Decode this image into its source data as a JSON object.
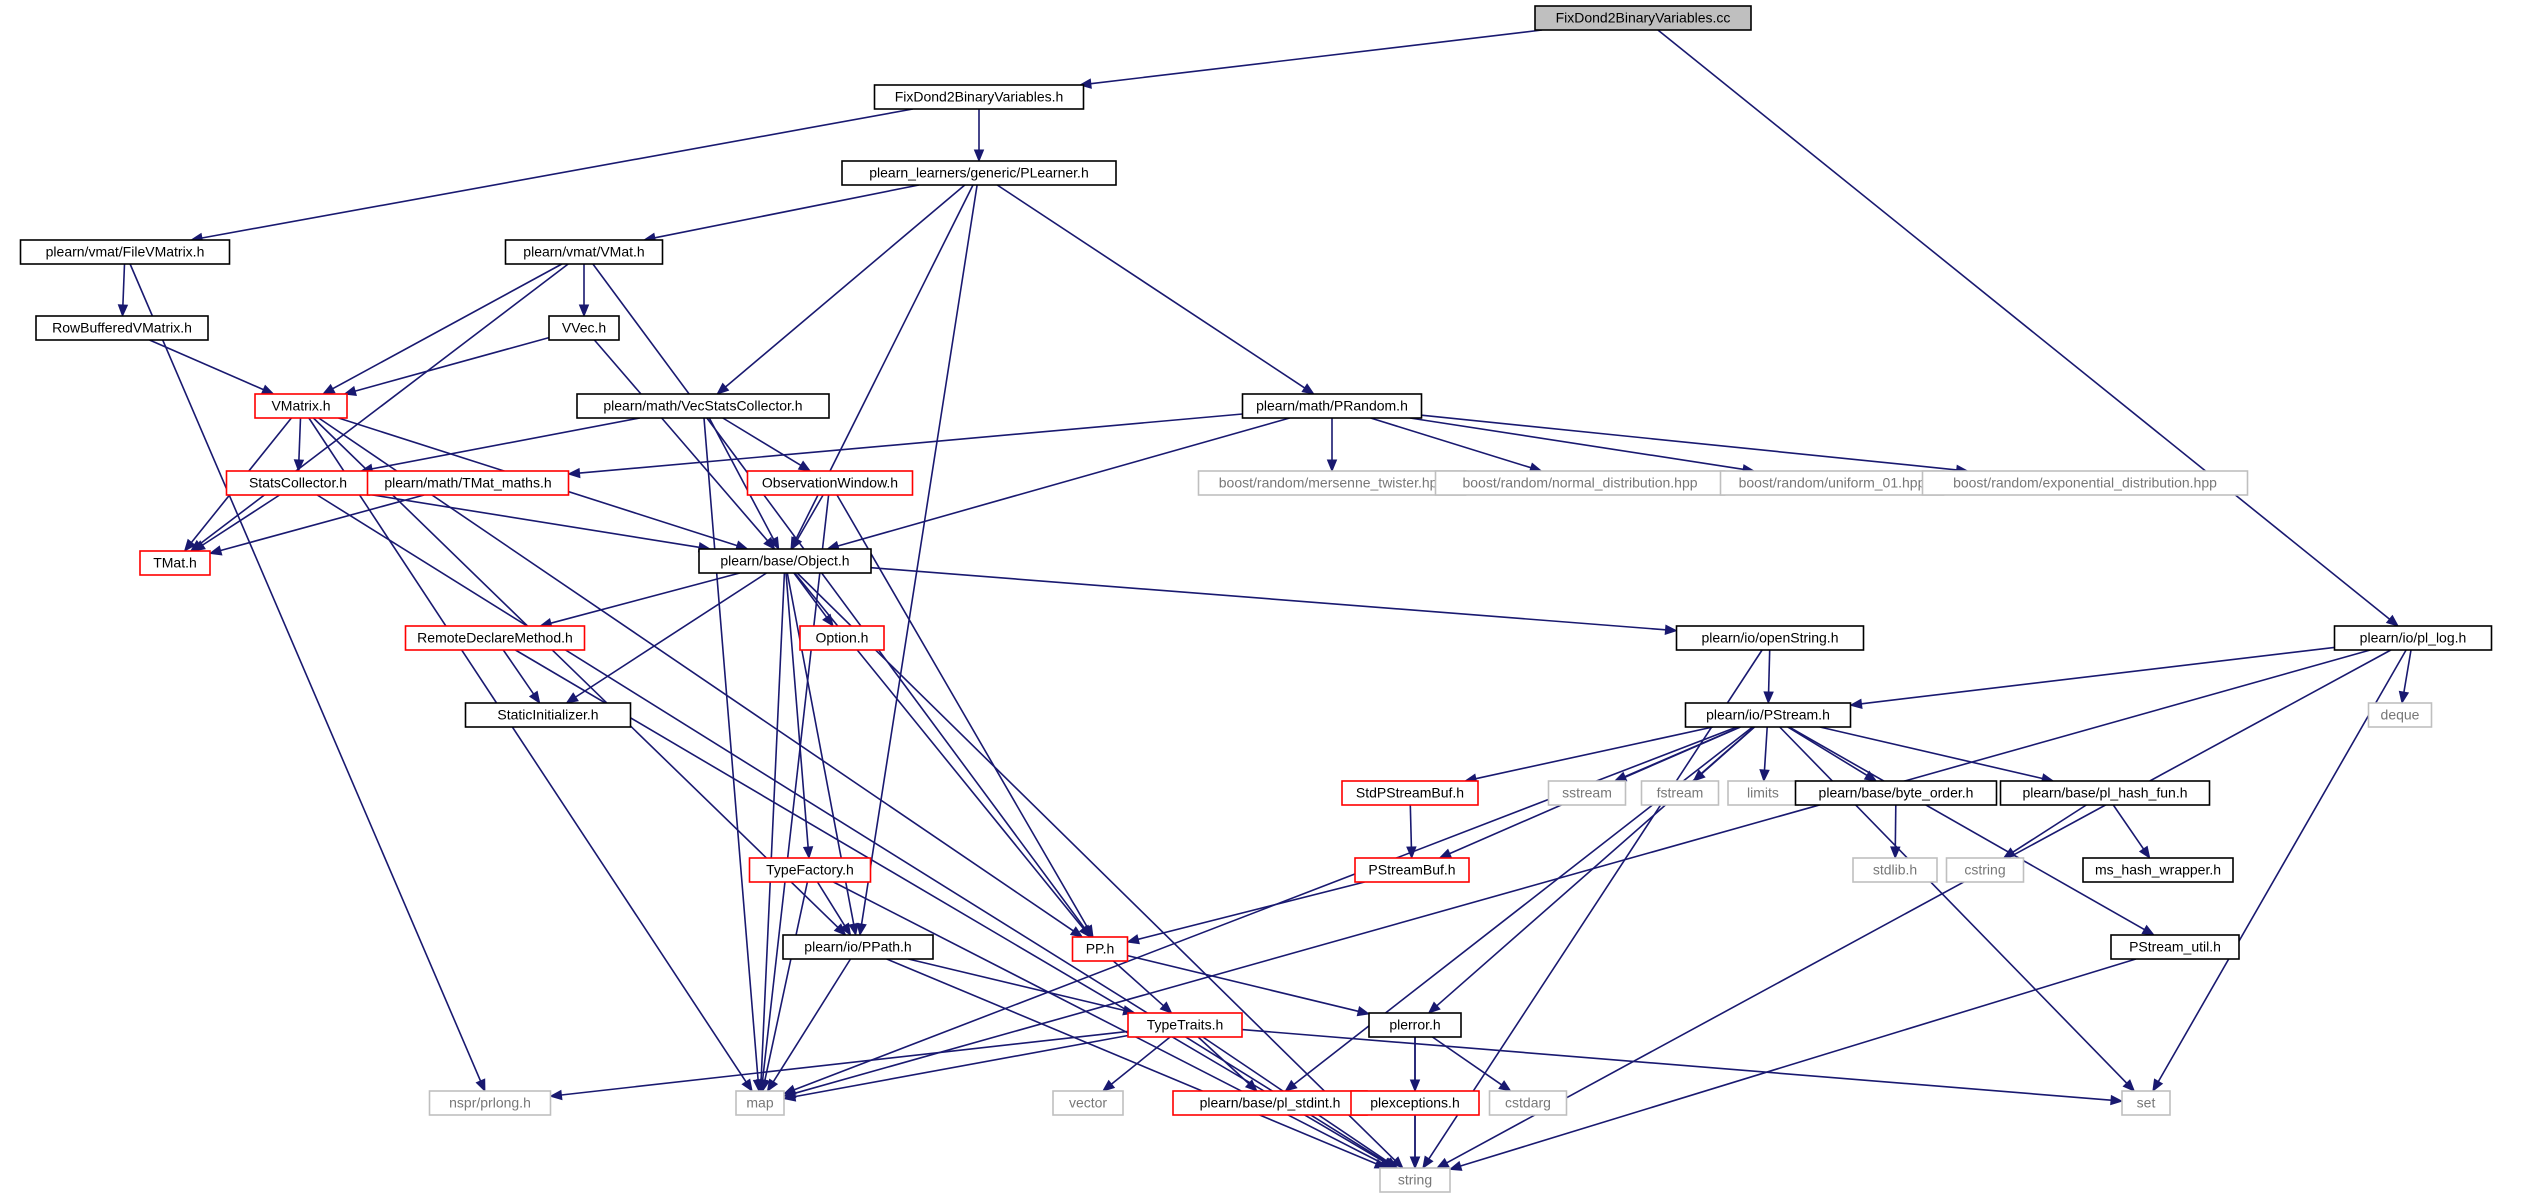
{
  "colors": {
    "edge": "#191970",
    "node_border_normal": "#000000",
    "node_border_truncated": "#ff0000",
    "node_border_system": "#bfbfbf",
    "root_fill": "#bfbfbf",
    "text_normal": "#000000",
    "text_system": "#777777"
  },
  "nodes": [
    {
      "id": "n0",
      "label": "FixDond2BinaryVariables.cc",
      "kind": "root"
    },
    {
      "id": "n1",
      "label": "FixDond2BinaryVariables.h",
      "kind": "normal"
    },
    {
      "id": "n2",
      "label": "plearn_learners/generic/PLearner.h",
      "kind": "normal"
    },
    {
      "id": "n3",
      "label": "plearn/vmat/FileVMatrix.h",
      "kind": "normal"
    },
    {
      "id": "n4",
      "label": "plearn/vmat/VMat.h",
      "kind": "normal"
    },
    {
      "id": "n5",
      "label": "RowBufferedVMatrix.h",
      "kind": "normal"
    },
    {
      "id": "n6",
      "label": "VVec.h",
      "kind": "normal"
    },
    {
      "id": "n7",
      "label": "VMatrix.h",
      "kind": "truncated"
    },
    {
      "id": "n8",
      "label": "plearn/math/VecStatsCollector.h",
      "kind": "normal"
    },
    {
      "id": "n9",
      "label": "plearn/math/PRandom.h",
      "kind": "normal"
    },
    {
      "id": "n10",
      "label": "StatsCollector.h",
      "kind": "truncated"
    },
    {
      "id": "n11",
      "label": "plearn/math/TMat_maths.h",
      "kind": "truncated"
    },
    {
      "id": "n12",
      "label": "ObservationWindow.h",
      "kind": "truncated"
    },
    {
      "id": "n13",
      "label": "boost/random/mersenne_twister.hpp",
      "kind": "system"
    },
    {
      "id": "n14",
      "label": "boost/random/normal_distribution.hpp",
      "kind": "system"
    },
    {
      "id": "n15",
      "label": "boost/random/uniform_01.hpp",
      "kind": "system"
    },
    {
      "id": "n16",
      "label": "boost/random/exponential_distribution.hpp",
      "kind": "system"
    },
    {
      "id": "n17",
      "label": "TMat.h",
      "kind": "truncated"
    },
    {
      "id": "n18",
      "label": "plearn/base/Object.h",
      "kind": "normal"
    },
    {
      "id": "n19",
      "label": "RemoteDeclareMethod.h",
      "kind": "truncated"
    },
    {
      "id": "n20",
      "label": "Option.h",
      "kind": "truncated"
    },
    {
      "id": "n21",
      "label": "plearn/io/openString.h",
      "kind": "normal"
    },
    {
      "id": "n22",
      "label": "plearn/io/pl_log.h",
      "kind": "normal"
    },
    {
      "id": "n23",
      "label": "StaticInitializer.h",
      "kind": "normal"
    },
    {
      "id": "n24",
      "label": "plearn/io/PStream.h",
      "kind": "normal"
    },
    {
      "id": "n25",
      "label": "deque",
      "kind": "system"
    },
    {
      "id": "n26",
      "label": "StdPStreamBuf.h",
      "kind": "truncated"
    },
    {
      "id": "n27",
      "label": "sstream",
      "kind": "system"
    },
    {
      "id": "n28",
      "label": "fstream",
      "kind": "system"
    },
    {
      "id": "n29",
      "label": "limits",
      "kind": "system"
    },
    {
      "id": "n30",
      "label": "plearn/base/byte_order.h",
      "kind": "normal"
    },
    {
      "id": "n31",
      "label": "plearn/base/pl_hash_fun.h",
      "kind": "normal"
    },
    {
      "id": "n32",
      "label": "TypeFactory.h",
      "kind": "truncated"
    },
    {
      "id": "n33",
      "label": "PStreamBuf.h",
      "kind": "truncated"
    },
    {
      "id": "n34",
      "label": "stdlib.h",
      "kind": "system"
    },
    {
      "id": "n35",
      "label": "cstring",
      "kind": "system"
    },
    {
      "id": "n36",
      "label": "ms_hash_wrapper.h",
      "kind": "normal"
    },
    {
      "id": "n37",
      "label": "plearn/io/PPath.h",
      "kind": "normal"
    },
    {
      "id": "n38",
      "label": "PP.h",
      "kind": "truncated"
    },
    {
      "id": "n39",
      "label": "PStream_util.h",
      "kind": "normal"
    },
    {
      "id": "n40",
      "label": "TypeTraits.h",
      "kind": "truncated"
    },
    {
      "id": "n41",
      "label": "plerror.h",
      "kind": "normal"
    },
    {
      "id": "n42",
      "label": "nspr/prlong.h",
      "kind": "system"
    },
    {
      "id": "n43",
      "label": "map",
      "kind": "system"
    },
    {
      "id": "n44",
      "label": "vector",
      "kind": "system"
    },
    {
      "id": "n45",
      "label": "plearn/base/pl_stdint.h",
      "kind": "truncated"
    },
    {
      "id": "n46",
      "label": "plexceptions.h",
      "kind": "truncated"
    },
    {
      "id": "n47",
      "label": "cstdarg",
      "kind": "system"
    },
    {
      "id": "n48",
      "label": "set",
      "kind": "system"
    },
    {
      "id": "n49",
      "label": "string",
      "kind": "system"
    }
  ],
  "edges": [
    [
      "n0",
      "n1"
    ],
    [
      "n0",
      "n22"
    ],
    [
      "n1",
      "n3"
    ],
    [
      "n1",
      "n2"
    ],
    [
      "n2",
      "n4"
    ],
    [
      "n2",
      "n8"
    ],
    [
      "n2",
      "n18"
    ],
    [
      "n2",
      "n37"
    ],
    [
      "n2",
      "n9"
    ],
    [
      "n3",
      "n5"
    ],
    [
      "n3",
      "n42"
    ],
    [
      "n4",
      "n17"
    ],
    [
      "n4",
      "n7"
    ],
    [
      "n4",
      "n6"
    ],
    [
      "n4",
      "n38"
    ],
    [
      "n5",
      "n7"
    ],
    [
      "n6",
      "n7"
    ],
    [
      "n6",
      "n18"
    ],
    [
      "n7",
      "n10"
    ],
    [
      "n7",
      "n17"
    ],
    [
      "n7",
      "n18"
    ],
    [
      "n7",
      "n38"
    ],
    [
      "n7",
      "n43"
    ],
    [
      "n7",
      "n37"
    ],
    [
      "n8",
      "n10"
    ],
    [
      "n8",
      "n12"
    ],
    [
      "n8",
      "n18"
    ],
    [
      "n8",
      "n43"
    ],
    [
      "n9",
      "n11"
    ],
    [
      "n9",
      "n18"
    ],
    [
      "n9",
      "n13"
    ],
    [
      "n9",
      "n14"
    ],
    [
      "n9",
      "n15"
    ],
    [
      "n9",
      "n16"
    ],
    [
      "n10",
      "n17"
    ],
    [
      "n10",
      "n18"
    ],
    [
      "n10",
      "n49"
    ],
    [
      "n11",
      "n17"
    ],
    [
      "n12",
      "n18"
    ],
    [
      "n12",
      "n38"
    ],
    [
      "n12",
      "n43"
    ],
    [
      "n18",
      "n19"
    ],
    [
      "n18",
      "n23"
    ],
    [
      "n18",
      "n20"
    ],
    [
      "n18",
      "n32"
    ],
    [
      "n18",
      "n37"
    ],
    [
      "n18",
      "n43"
    ],
    [
      "n18",
      "n38"
    ],
    [
      "n18",
      "n21"
    ],
    [
      "n18",
      "n49"
    ],
    [
      "n19",
      "n23"
    ],
    [
      "n19",
      "n49"
    ],
    [
      "n21",
      "n24"
    ],
    [
      "n21",
      "n49"
    ],
    [
      "n22",
      "n24"
    ],
    [
      "n22",
      "n25"
    ],
    [
      "n22",
      "n43"
    ],
    [
      "n22",
      "n48"
    ],
    [
      "n22",
      "n49"
    ],
    [
      "n24",
      "n26"
    ],
    [
      "n24",
      "n27"
    ],
    [
      "n24",
      "n28"
    ],
    [
      "n24",
      "n29"
    ],
    [
      "n24",
      "n30"
    ],
    [
      "n24",
      "n31"
    ],
    [
      "n24",
      "n33"
    ],
    [
      "n24",
      "n39"
    ],
    [
      "n24",
      "n41"
    ],
    [
      "n24",
      "n43"
    ],
    [
      "n24",
      "n45"
    ],
    [
      "n24",
      "n48"
    ],
    [
      "n26",
      "n33"
    ],
    [
      "n30",
      "n34"
    ],
    [
      "n31",
      "n35"
    ],
    [
      "n31",
      "n36"
    ],
    [
      "n32",
      "n37"
    ],
    [
      "n32",
      "n43"
    ],
    [
      "n32",
      "n49"
    ],
    [
      "n33",
      "n38"
    ],
    [
      "n37",
      "n40"
    ],
    [
      "n37",
      "n43"
    ],
    [
      "n37",
      "n49"
    ],
    [
      "n38",
      "n40"
    ],
    [
      "n38",
      "n41"
    ],
    [
      "n39",
      "n49"
    ],
    [
      "n40",
      "n42"
    ],
    [
      "n40",
      "n43"
    ],
    [
      "n40",
      "n44"
    ],
    [
      "n40",
      "n45"
    ],
    [
      "n40",
      "n48"
    ],
    [
      "n40",
      "n49"
    ],
    [
      "n41",
      "n46"
    ],
    [
      "n41",
      "n47"
    ],
    [
      "n41",
      "n49"
    ],
    [
      "n46",
      "n49"
    ]
  ]
}
